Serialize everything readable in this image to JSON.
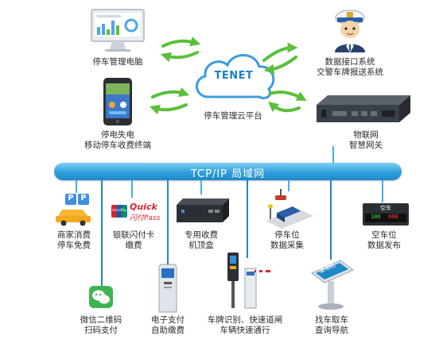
{
  "cloud": {
    "logo": "TENET",
    "label": "停车管理云平台"
  },
  "nodes": {
    "pc": {
      "line1": "停车管理电脑"
    },
    "mobile": {
      "line1": "停电失电",
      "line2": "移动停车收费终端"
    },
    "police": {
      "line1": "数据接口系统",
      "line2": "交警车牌报送系统"
    },
    "gateway": {
      "line1": "物联网",
      "line2": "智慧网关"
    }
  },
  "bus": {
    "label": "TCP/IP  局域网"
  },
  "devices": [
    {
      "line1": "商家消费",
      "line2": "停车免费"
    },
    {
      "line1": "银联闪付卡",
      "line2": "缴费"
    },
    {
      "line1": "专用收费",
      "line2": "机顶盒"
    },
    {
      "line1": "停车位",
      "line2": "数据采集"
    },
    {
      "line1": "空车位",
      "line2": "数据发布"
    },
    {
      "line1": "微信二维码",
      "line2": "扫码支付"
    },
    {
      "line1": "电子支付",
      "line2": "自助缴费"
    },
    {
      "line1": "车牌识别、快速道闸",
      "line2": "车辆快速通行"
    },
    {
      "line1": "找车取车",
      "line2": "查询导航"
    }
  ],
  "icon_text": {
    "parking_sign": "P",
    "quickpass_top": "Quick",
    "quickpass_bottom": "闪付Pass",
    "unionpay": "UnionPay",
    "led_title": "空车",
    "led_left": "186",
    "led_right": "008",
    "kiosk": "查询机"
  },
  "colors": {
    "bus": "#2f9fde",
    "arrow": "#5bbf3a",
    "accent": "#1e88c9"
  }
}
